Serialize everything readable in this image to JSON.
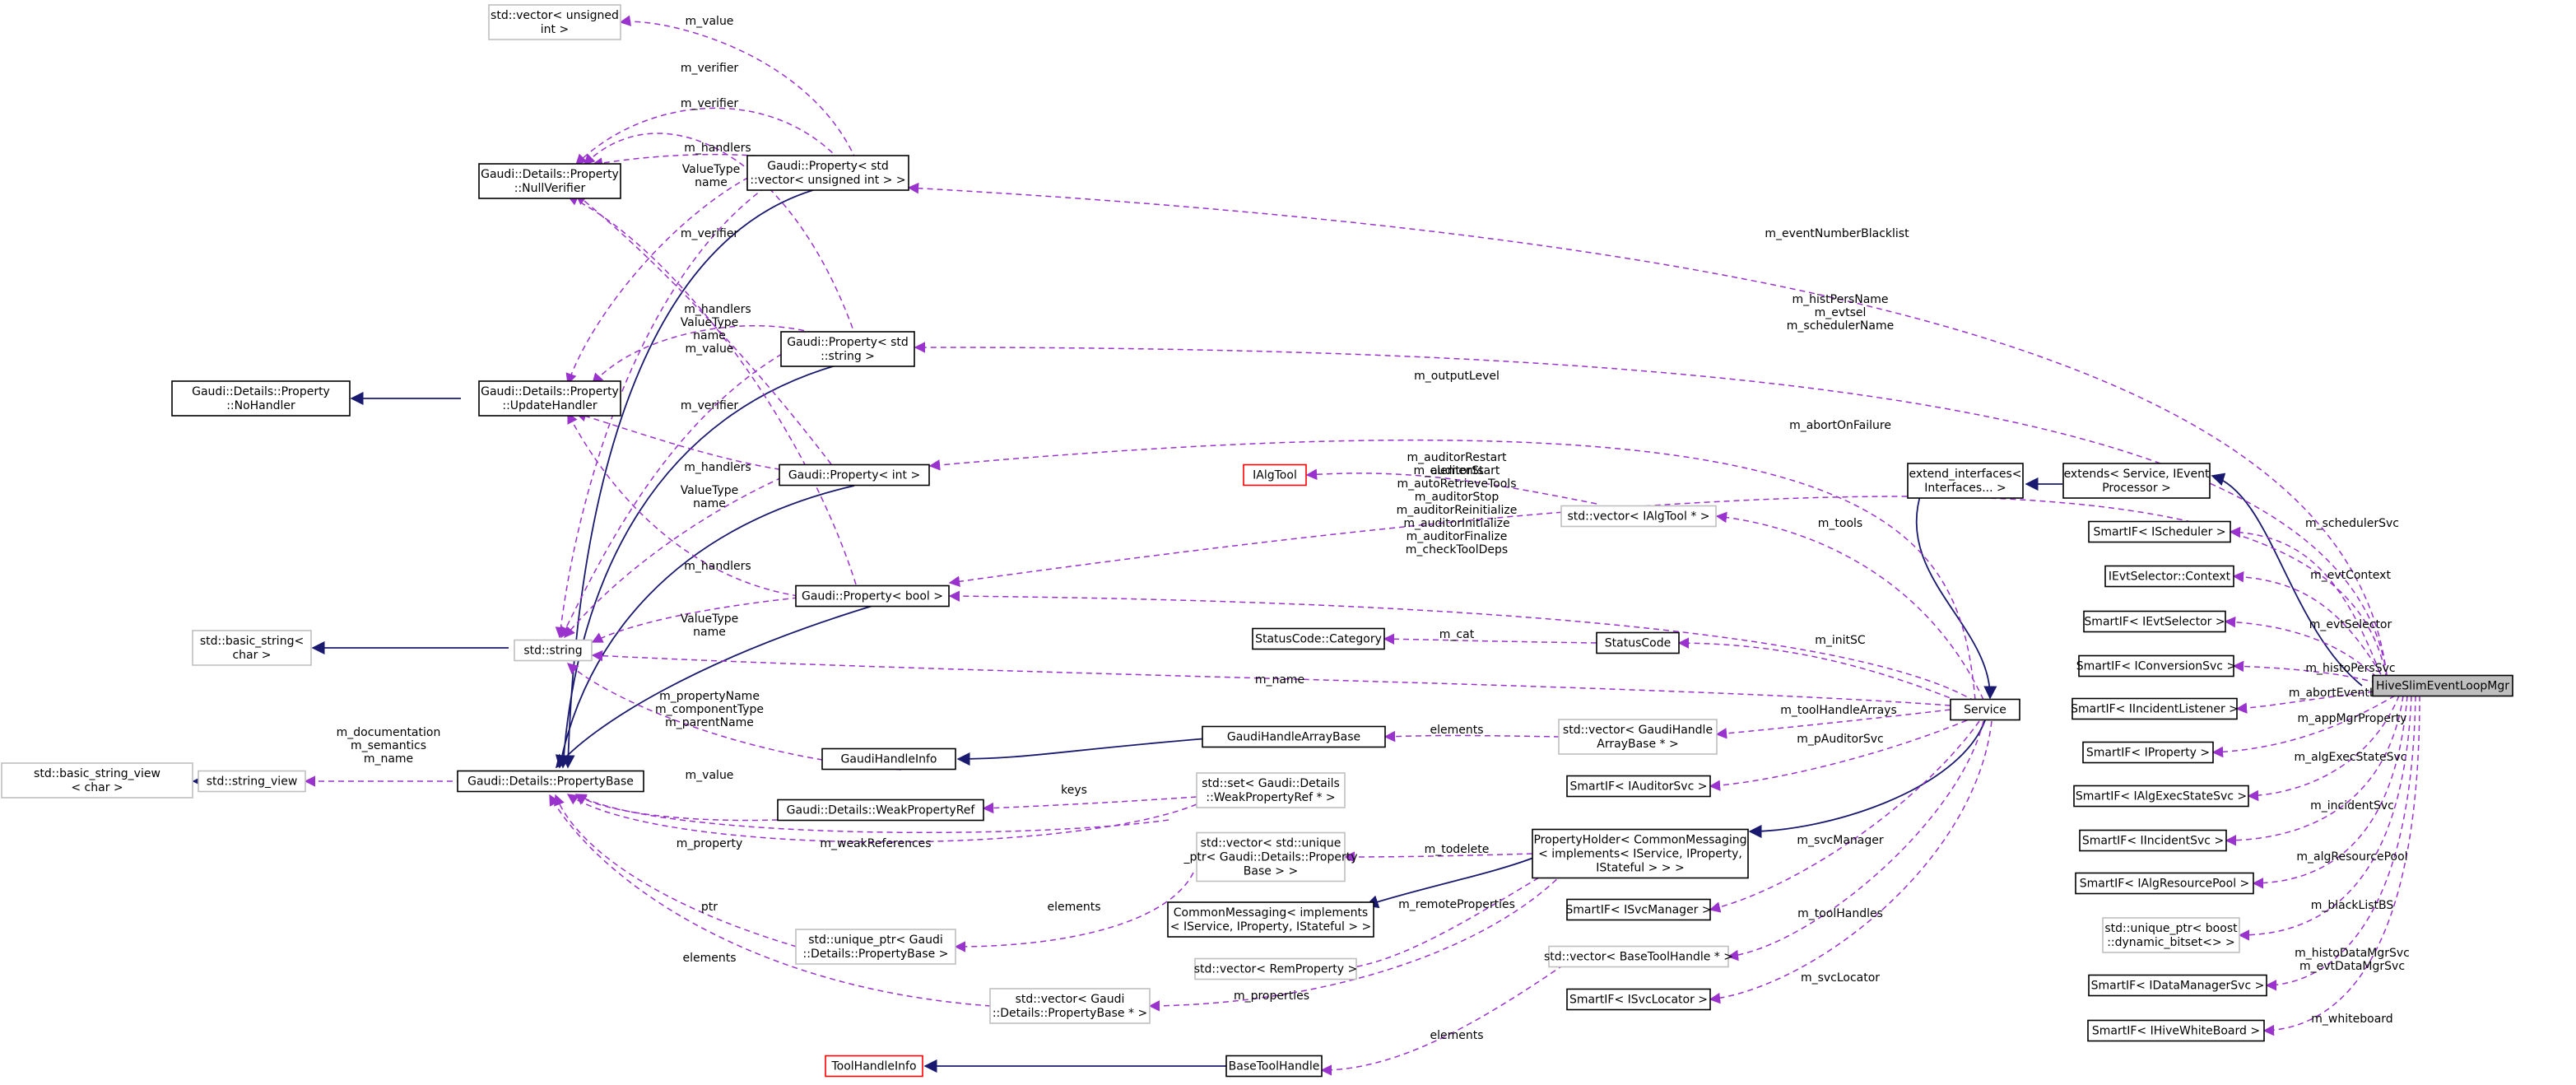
{
  "colors": {
    "inheritance_edge": "#191970",
    "usage_edge": "#9a32cd",
    "strong_box": "#000000",
    "weak_box": "#bfbfbf",
    "missing_box": "#ff0000",
    "main_fill": "#bfbfbf"
  },
  "nodes": {
    "vec_uint": [
      "std::vector< unsigned",
      "int >"
    ],
    "nullverifier": [
      "Gaudi::Details::Property",
      "::NullVerifier"
    ],
    "prop_vec_uint": [
      "Gaudi::Property< std",
      "::vector< unsigned int > >"
    ],
    "nohandler": [
      "Gaudi::Details::Property",
      "::NoHandler"
    ],
    "updatehandler": [
      "Gaudi::Details::Property",
      "::UpdateHandler"
    ],
    "prop_string": [
      "Gaudi::Property< std",
      "::string >"
    ],
    "prop_int": [
      "Gaudi::Property< int >"
    ],
    "ialgtool": [
      "IAlgTool"
    ],
    "vec_ialgtool": [
      "std::vector< IAlgTool * >"
    ],
    "prop_bool": [
      "Gaudi::Property< bool >"
    ],
    "basic_string": [
      "std::basic_string<",
      "char >"
    ],
    "std_string": [
      "std::string"
    ],
    "sc_category": [
      "StatusCode::Category"
    ],
    "statuscode": [
      "StatusCode"
    ],
    "basic_string_view": [
      "std::basic_string_view",
      "< char >"
    ],
    "string_view": [
      "std::string_view"
    ],
    "propertybase": [
      "Gaudi::Details::PropertyBase"
    ],
    "gaudihandleinfo": [
      "GaudiHandleInfo"
    ],
    "gaudihandlearraybase": [
      "GaudiHandleArrayBase"
    ],
    "vec_gaudihandlearray": [
      "std::vector< GaudiHandle",
      "ArrayBase * >"
    ],
    "weakpropertyref": [
      "Gaudi::Details::WeakPropertyRef"
    ],
    "set_weakref": [
      "std::set< Gaudi::Details",
      "::WeakPropertyRef * >"
    ],
    "vec_uptr_propbase": [
      "std::vector< std::unique",
      "_ptr< Gaudi::Details::Property",
      "Base > >"
    ],
    "propertyholder": [
      "PropertyHolder< CommonMessaging",
      "< implements< IService, IProperty,",
      "IStateful > > >"
    ],
    "commonmessaging": [
      "CommonMessaging< implements",
      "< IService, IProperty, IStateful > >"
    ],
    "uptr_propbase": [
      "std::unique_ptr< Gaudi",
      "::Details::PropertyBase >"
    ],
    "vec_remproperty": [
      "std::vector< RemProperty >"
    ],
    "vec_propbase_ptr": [
      "std::vector< Gaudi",
      "::Details::PropertyBase * >"
    ],
    "toolhandleinfo": [
      "ToolHandleInfo"
    ],
    "basetoolhandle": [
      "BaseToolHandle"
    ],
    "vec_basetoolhandle": [
      "std::vector< BaseToolHandle * >"
    ],
    "smartif_auditorsvc": [
      "SmartIF< IAuditorSvc >"
    ],
    "smartif_svcmanager": [
      "SmartIF< ISvcManager >"
    ],
    "smartif_svclocator": [
      "SmartIF< ISvcLocator >"
    ],
    "service": [
      "Service"
    ],
    "extend_interfaces": [
      "extend_interfaces<",
      "Interfaces... >"
    ],
    "extends": [
      "extends< Service, IEvent",
      "Processor >"
    ],
    "smartif_scheduler": [
      "SmartIF< IScheduler >"
    ],
    "ievtselector_context": [
      "IEvtSelector::Context"
    ],
    "smartif_evtselector": [
      "SmartIF< IEvtSelector >"
    ],
    "smartif_conversionsvc": [
      "SmartIF< IConversionSvc >"
    ],
    "smartif_incidentlistener": [
      "SmartIF< IIncidentListener >"
    ],
    "smartif_property": [
      "SmartIF< IProperty >"
    ],
    "smartif_algexecstatesvc": [
      "SmartIF< IAlgExecStateSvc >"
    ],
    "smartif_incidentsvc": [
      "SmartIF< IIncidentSvc >"
    ],
    "smartif_algresourcepool": [
      "SmartIF< IAlgResourcePool >"
    ],
    "uptr_bitset": [
      "std::unique_ptr< boost",
      "::dynamic_bitset<> >"
    ],
    "smartif_datamanagersvc": [
      "SmartIF< IDataManagerSvc >"
    ],
    "smartif_hivewhiteboard": [
      "SmartIF< IHiveWhiteBoard >"
    ],
    "hiveslim": [
      "HiveSlimEventLoopMgr"
    ]
  },
  "edge_labels": {
    "m_value_top": [
      "m_value"
    ],
    "m_verifier_1": [
      "m_verifier"
    ],
    "m_verifier_2": [
      "m_verifier"
    ],
    "m_handlers_1": [
      "m_handlers"
    ],
    "valuetype_1": [
      "ValueType",
      "name"
    ],
    "m_verifier_3": [
      "m_verifier"
    ],
    "m_handlers_2": [
      "m_handlers"
    ],
    "valuetype_2": [
      "ValueType",
      "name",
      "m_value"
    ],
    "m_verifier_4": [
      "m_verifier"
    ],
    "m_handlers_3": [
      "m_handlers"
    ],
    "valuetype_3": [
      "ValueType",
      "name"
    ],
    "m_handlers_4": [
      "m_handlers"
    ],
    "valuetype_4": [
      "ValueType",
      "name"
    ],
    "m_eventnumberblacklist": [
      "m_eventNumberBlacklist"
    ],
    "m_histpers": [
      "m_histPersName",
      "m_evtsel",
      "m_schedulerName"
    ],
    "m_outputlevel": [
      "m_outputLevel"
    ],
    "m_abortonfailure": [
      "m_abortOnFailure"
    ],
    "elements_ialgtool": [
      "elements"
    ],
    "m_tools": [
      "m_tools"
    ],
    "m_auditor_flags": [
      "m_auditorRestart",
      "m_auditorStart",
      "m_autoRetrieveTools",
      "m_auditorStop",
      "m_auditorReinitialize",
      "m_auditorInitialize",
      "m_auditorFinalize",
      "m_checkToolDeps"
    ],
    "m_cat": [
      "m_cat"
    ],
    "m_initsc": [
      "m_initSC"
    ],
    "m_name": [
      "m_name"
    ],
    "m_propertyname": [
      "m_propertyName",
      "m_componentType",
      "m_parentName"
    ],
    "elements_gaudihandle": [
      "elements"
    ],
    "m_toolhandlearrays": [
      "m_toolHandleArrays"
    ],
    "m_documentation": [
      "m_documentation",
      "m_semantics",
      "m_name"
    ],
    "m_value_weak": [
      "m_value"
    ],
    "keys": [
      "keys"
    ],
    "m_pauditorsvc": [
      "m_pAuditorSvc"
    ],
    "m_property": [
      "m_property"
    ],
    "m_weakreferences": [
      "m_weakReferences"
    ],
    "m_todelete": [
      "m_todelete"
    ],
    "m_svcmanager": [
      "m_svcManager"
    ],
    "elements_uptr": [
      "elements"
    ],
    "ptr": [
      "ptr"
    ],
    "m_remoteproperties": [
      "m_remoteProperties"
    ],
    "m_toolhandles": [
      "m_toolHandles"
    ],
    "elements_propbase": [
      "elements"
    ],
    "m_properties": [
      "m_properties"
    ],
    "m_svclocator": [
      "m_svcLocator"
    ],
    "elements_basetool": [
      "elements"
    ],
    "m_schedulersvc": [
      "m_schedulerSvc"
    ],
    "m_evtcontext": [
      "m_evtContext"
    ],
    "m_evtselector": [
      "m_evtSelector"
    ],
    "m_histopersvc": [
      "m_histoPersSvc"
    ],
    "m_aborteventlistener": [
      "m_abortEventListener"
    ],
    "m_appmgrproperty": [
      "m_appMgrProperty"
    ],
    "m_algexecstatesvc": [
      "m_algExecStateSvc"
    ],
    "m_incidentsvc": [
      "m_incidentSvc"
    ],
    "m_algresourcepool": [
      "m_algResourcePool"
    ],
    "m_blacklistbs": [
      "m_blackListBS"
    ],
    "m_histodatamgrsvc": [
      "m_histoDataMgrSvc",
      "m_evtDataMgrSvc"
    ],
    "m_whiteboard": [
      "m_whiteboard"
    ]
  }
}
